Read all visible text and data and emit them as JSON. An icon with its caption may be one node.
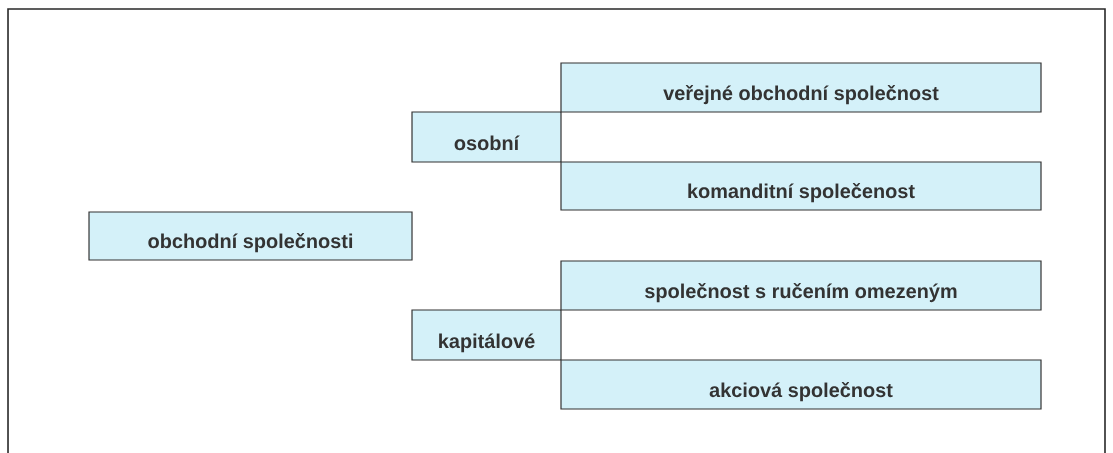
{
  "diagram": {
    "nodes": [
      {
        "text": [
          "obchodní společnosti"
        ]
      },
      {
        "text": [
          "osobní"
        ]
      },
      {
        "text": [
          "veřejné obchodní společnost"
        ]
      },
      {
        "text": [
          "komanditní společenost"
        ]
      },
      {
        "text": [
          "kapitálové"
        ]
      },
      {
        "text": [
          "společnost s ručením omezeným"
        ]
      },
      {
        "text": [
          "akciová společnost"
        ]
      }
    ]
  }
}
